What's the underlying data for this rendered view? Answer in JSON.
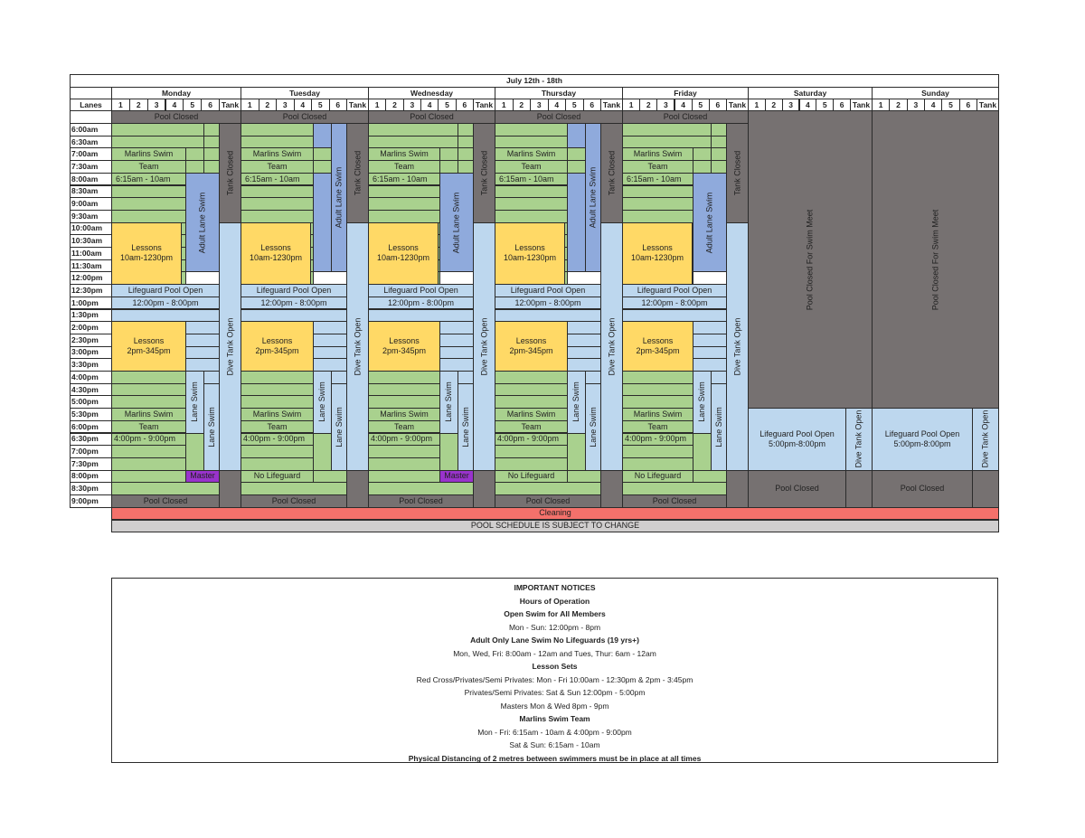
{
  "title": "July 12th - 18th",
  "lanes_label": "Lanes",
  "weekdays": [
    "Monday",
    "Tuesday",
    "Wednesday",
    "Thursday",
    "Friday"
  ],
  "weekend_days": [
    "Saturday",
    "Sunday"
  ],
  "lane_numbers": [
    "1",
    "2",
    "3",
    "4",
    "5",
    "6"
  ],
  "tank_label": "Tank",
  "times": [
    "6:00am",
    "6:30am",
    "7:00am",
    "7:30am",
    "8:00am",
    "8:30am",
    "9:00am",
    "9:30am",
    "10:00am",
    "10:30am",
    "11:00am",
    "11:30am",
    "12:00pm",
    "12:30pm",
    "1:00pm",
    "1:30pm",
    "2:00pm",
    "2:30pm",
    "3:00pm",
    "3:30pm",
    "4:00pm",
    "4:30pm",
    "5:00pm",
    "5:30pm",
    "6:00pm",
    "6:30pm",
    "7:00pm",
    "7:30pm",
    "8:00pm",
    "8:30pm",
    "9:00pm"
  ],
  "labels": {
    "pool_closed": "Pool Closed",
    "marlins_swim": "Marlins Swim",
    "team": "Team",
    "morning_hours": "6:15am - 10am",
    "adult_lane_swim": "Adult Lane Swim",
    "tank_closed": "Tank Closed",
    "lessons": "Lessons",
    "lessons_morning": "10am-1230pm",
    "lifeguard_pool_open": "Lifeguard Pool Open",
    "open_hours": "12:00pm - 8:00pm",
    "lessons_afternoon": "2pm-345pm",
    "dive_tank_open": "Dive Tank Open",
    "lane_swim": "Lane Swim",
    "evening_hours": "4:00pm - 9:00pm",
    "master": "Master",
    "no_lifeguard": "No Lifeguard",
    "swim_meet": "Pool Closed For Swim Meet",
    "weekend_open": "Lifeguard Pool Open",
    "weekend_hours": "5:00pm-8:00pm",
    "cleaning": "Cleaning",
    "subject_to_change": "POOL SCHEDULE IS SUBJECT TO CHANGE"
  },
  "notices": [
    {
      "text": "IMPORTANT NOTICES",
      "bold": true
    },
    {
      "text": "Hours of Operation",
      "bold": true
    },
    {
      "text": "Open Swim for All Members",
      "bold": true
    },
    {
      "text": "Mon - Sun: 12:00pm - 8pm",
      "bold": false
    },
    {
      "text": "Adult Only Lane Swim No Lifeguards (19 yrs+)",
      "bold": true
    },
    {
      "text": "Mon, Wed, Fri: 8:00am - 12am and Tues, Thur: 6am - 12am",
      "bold": false
    },
    {
      "text": "Lesson Sets",
      "bold": true
    },
    {
      "text": "Red Cross/Privates/Semi Privates: Mon - Fri 10:00am - 12:30pm & 2pm - 3:45pm",
      "bold": false
    },
    {
      "text": "Privates/Semi Privates: Sat & Sun 12:00pm - 5:00pm",
      "bold": false
    },
    {
      "text": "Masters Mon & Wed 8pm - 9pm",
      "bold": false
    },
    {
      "text": "Marlins Swim Team",
      "bold": true
    },
    {
      "text": "Mon - Fri: 6:15am - 10am & 4:00pm - 9:00pm",
      "bold": false
    },
    {
      "text": "Sat & Sun: 6:15am - 10am",
      "bold": false
    },
    {
      "text": "Physical Distancing of 2 metres between swimmers must be in place at all times",
      "bold": true
    }
  ],
  "colors": {
    "green": "#a9d18e",
    "blue_dark": "#8faadc",
    "blue_light": "#bdd7ee",
    "yellow": "#ffd966",
    "gray": "#767171",
    "purple": "#9933cc",
    "salmon": "#f4716b",
    "light_gray": "#d0cece",
    "white": "#ffffff"
  }
}
